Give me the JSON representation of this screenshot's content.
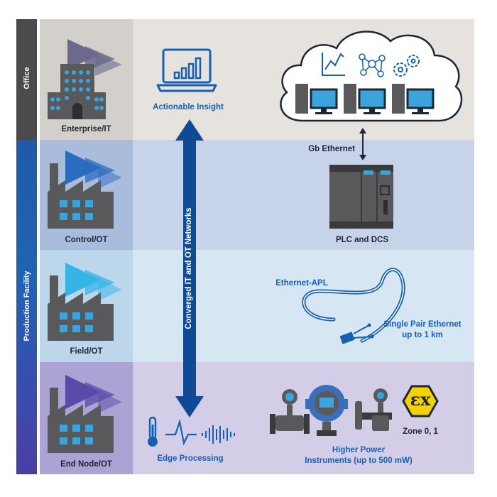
{
  "side_labels": {
    "office": "Office",
    "production": "Production Facility"
  },
  "levels": [
    {
      "label": "Enterprise/IT"
    },
    {
      "label": "Control/OT"
    },
    {
      "label": "Field/OT"
    },
    {
      "label": "End Node/OT"
    }
  ],
  "center": {
    "actionable_insight": "Actionable Insight",
    "converged": "Converged IT and OT Networks",
    "edge_processing": "Edge Processing"
  },
  "right": {
    "gb_ethernet": "Gb Ethernet",
    "plc_dcs": "PLC and DCS",
    "ethernet_apl": "Ethernet-APL",
    "spe_line1": "Single Pair Ethernet",
    "spe_line2": "up to 1 km",
    "zone": "Zone 0, 1",
    "zone_symbol": "εx",
    "instruments_line1": "Higher Power",
    "instruments_line2": "Instruments (up to 500 mW)"
  },
  "colors": {
    "band_office": "#e6e3df",
    "band_control": "#c7d3e8",
    "band_field": "#d7e6f3",
    "band_endnode": "#d3cde8",
    "left_office": "#d3d0cc",
    "left_control": "#a9bcdc",
    "left_field": "#bcd6ec",
    "left_endnode": "#aba3d3",
    "accent_blue": "#1560b4",
    "dark_blue": "#0f4a94",
    "building_gray": "#59595b",
    "window_blue": "#3aa4dc"
  }
}
